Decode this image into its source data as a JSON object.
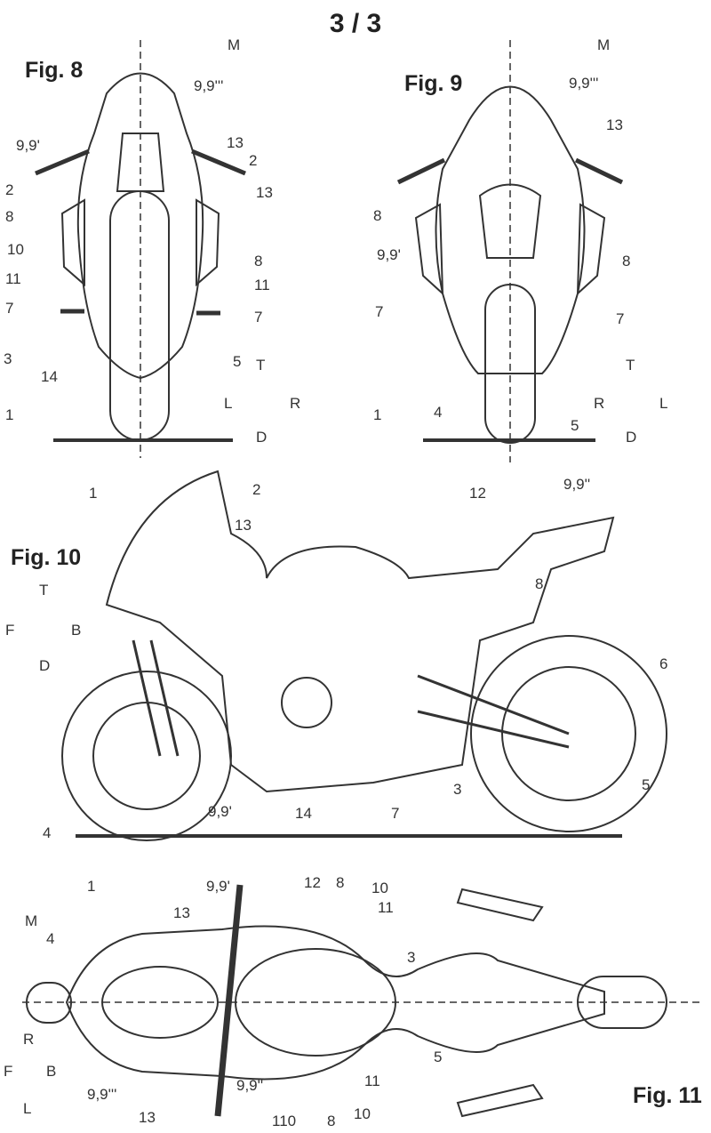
{
  "sheet": "3 / 3",
  "fig8": {
    "title": "Fig. 8",
    "labels": [
      "M",
      "9,9'''",
      "13",
      "9,9'",
      "2",
      "2",
      "13",
      "8",
      "10",
      "8",
      "11",
      "11",
      "7",
      "7",
      "3",
      "5",
      "14",
      "1"
    ],
    "axes": {
      "up": "T",
      "left": "L",
      "right": "R",
      "down": "D"
    }
  },
  "fig9": {
    "title": "Fig. 9",
    "labels": [
      "M",
      "9,9'''",
      "13",
      "8",
      "9,9'",
      "8",
      "7",
      "7",
      "1",
      "4",
      "5"
    ],
    "axes": {
      "up": "T",
      "left": "R",
      "right": "L",
      "down": "D"
    }
  },
  "fig10": {
    "title": "Fig. 10",
    "labels": [
      "1",
      "2",
      "12",
      "9,9''",
      "13",
      "8",
      "6",
      "4",
      "9,9'",
      "14",
      "7",
      "3",
      "5"
    ],
    "axes": {
      "up": "T",
      "left": "F",
      "right": "B",
      "down": "D"
    }
  },
  "fig11": {
    "title": "Fig. 11",
    "labels": [
      "1",
      "9,9'",
      "12",
      "8",
      "10",
      "13",
      "11",
      "M",
      "4",
      "3",
      "5",
      "11",
      "9,9''",
      "10",
      "9,9'''",
      "13",
      "110",
      "8"
    ],
    "axes": {
      "up": "R",
      "left": "F",
      "right": "B",
      "down": "L"
    }
  }
}
